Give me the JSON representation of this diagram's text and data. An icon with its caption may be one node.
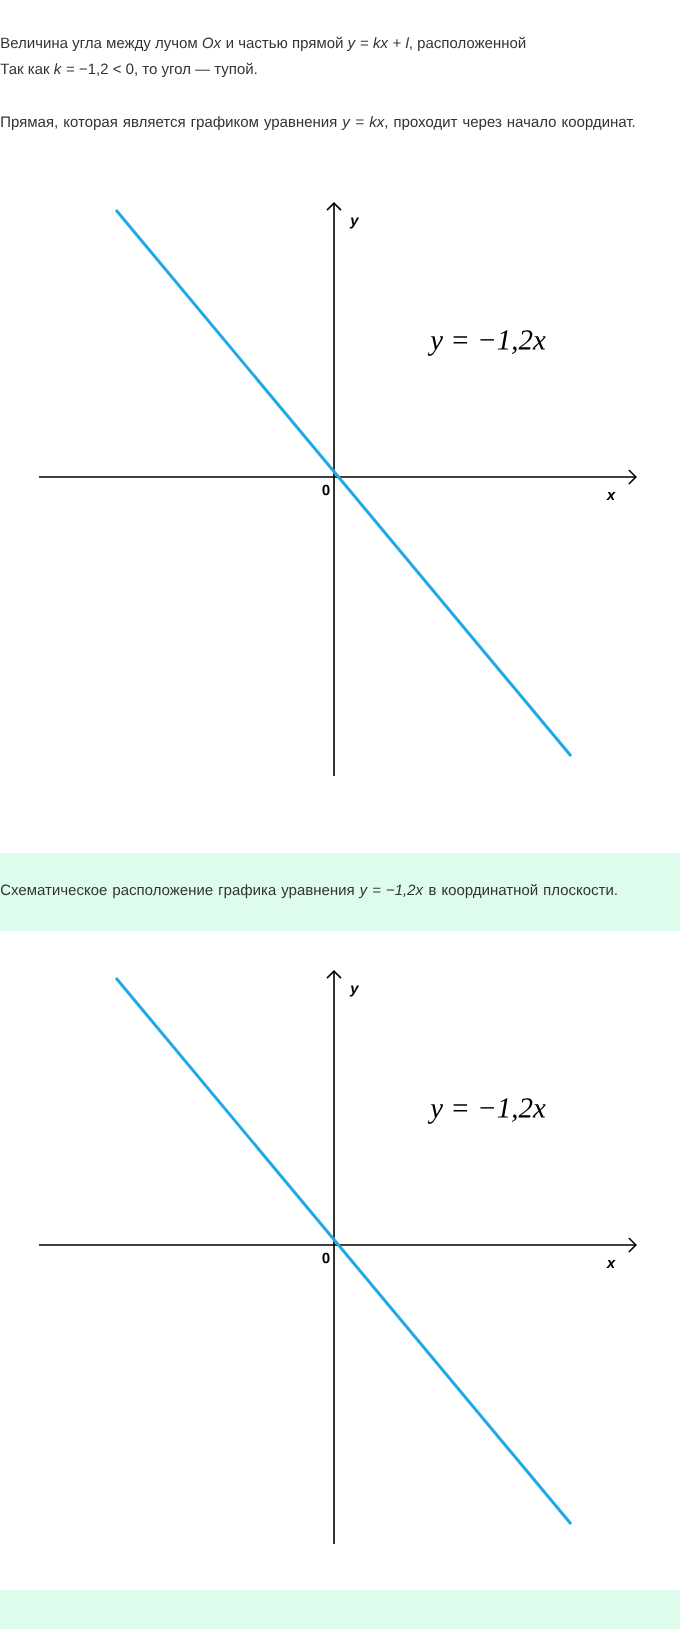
{
  "diagram": {
    "labels": [
      "Величина угла между лучом *Ox* и частью прямой *y* = *kx* + *l*, расположенной",
      "Так как *k* = −1,2 < 0, то угол — тупой.",
      "Прямая, которая является графиком уравнения *y* = *kx*, проходит через начало координат.",
      "y",
      "*y = −1,2x*",
      "0",
      "x",
      "Схематическое расположение графика уравнения *y = −1,2x* в координатной плоскости.",
      "y",
      "*y = −1,2x*",
      "0",
      "x"
    ]
  }
}
